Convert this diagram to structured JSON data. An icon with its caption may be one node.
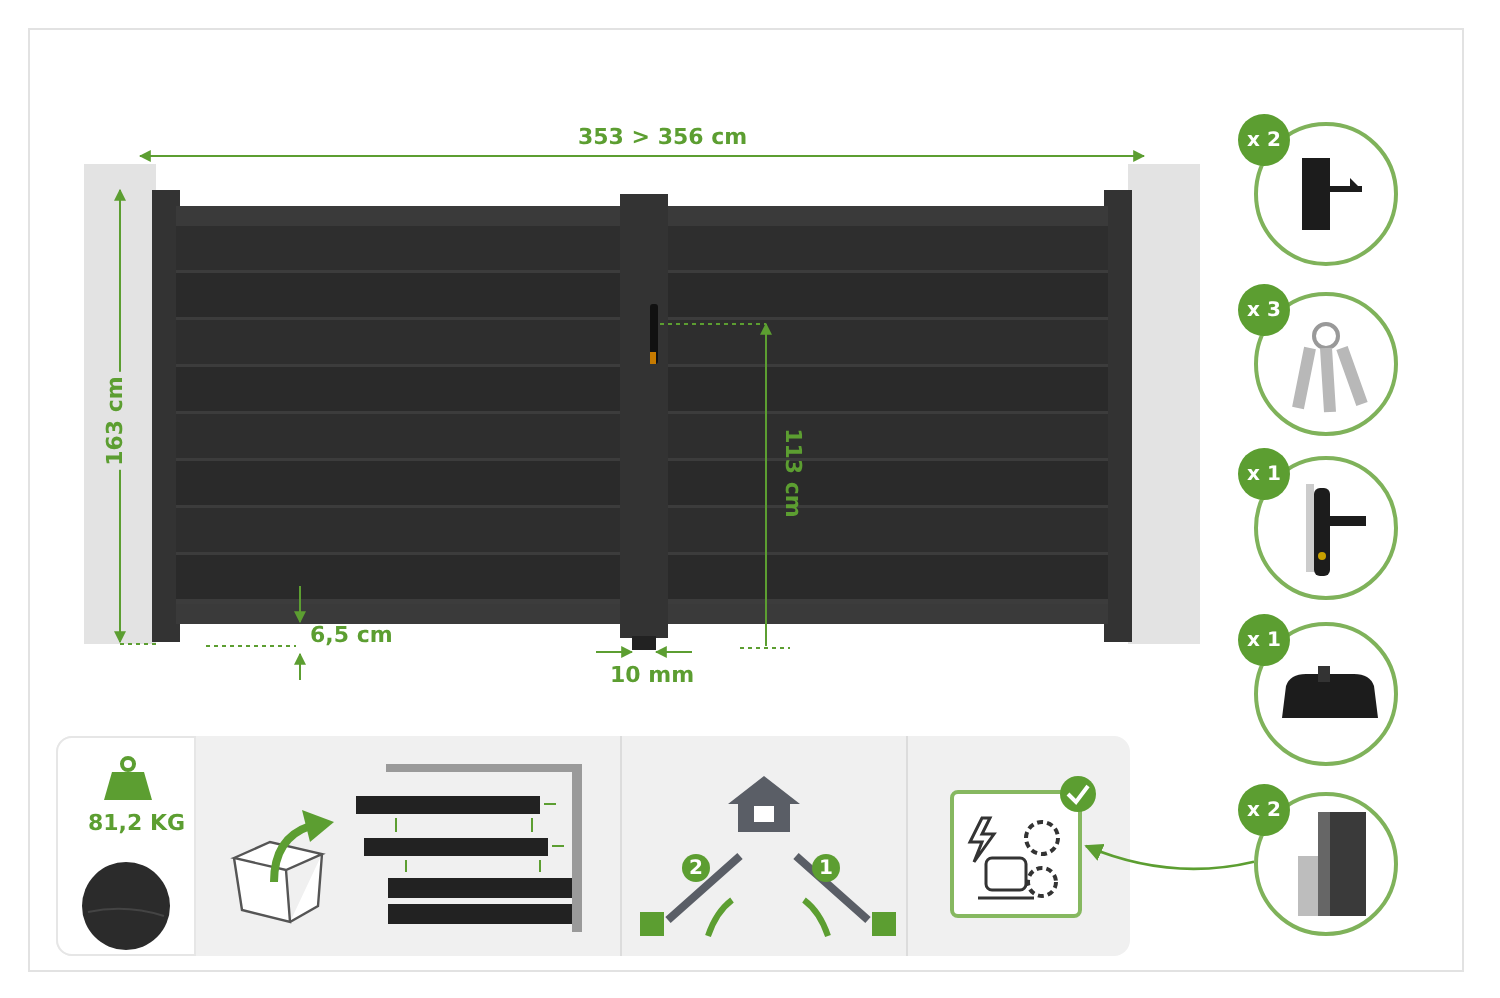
{
  "diagram": {
    "nodes": [
      {
        "text": [
          "x 2"
        ]
      },
      {
        "text": [
          "x 3"
        ]
      },
      {
        "text": [
          "x 1"
        ]
      },
      {
        "text": [
          "x 1"
        ]
      },
      {
        "text": [
          "x 2"
        ]
      },
      {
        "text": [],
        "shape": "picture"
      }
    ],
    "edges": [
      {
        "from": 4,
        "to": 5,
        "arrow": "to"
      }
    ],
    "labels": [
      "353 > 356 cm",
      "163 cm",
      "113 cm",
      "6,5 cm",
      "10 mm",
      "81,2 KG",
      "2",
      "1"
    ]
  }
}
